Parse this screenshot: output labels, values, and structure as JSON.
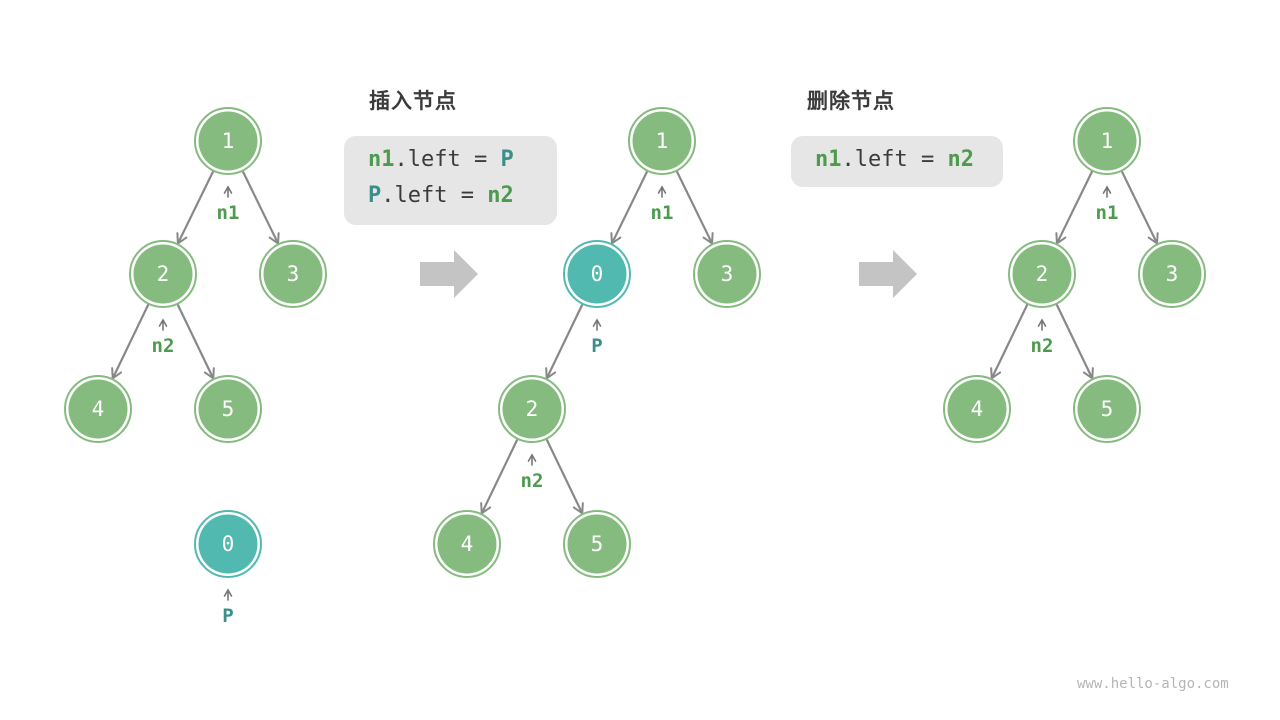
{
  "steps": {
    "insert_title": "插入节点",
    "delete_title": "删除节点"
  },
  "code": {
    "insert": [
      [
        {
          "t": "n1",
          "c": "green"
        },
        {
          "t": ".left = ",
          "c": "plain"
        },
        {
          "t": "P",
          "c": "teal"
        }
      ],
      [
        {
          "t": "P",
          "c": "teal"
        },
        {
          "t": ".left = ",
          "c": "plain"
        },
        {
          "t": "n2",
          "c": "green"
        }
      ]
    ],
    "delete": [
      [
        {
          "t": "n1",
          "c": "green"
        },
        {
          "t": ".left = ",
          "c": "plain"
        },
        {
          "t": "n2",
          "c": "green"
        }
      ]
    ]
  },
  "colors": {
    "node_green": "#85bb7f",
    "node_green_ring": "#85bb7f",
    "node_teal": "#52b9b0",
    "node_teal_ring": "#52b9b0",
    "edge": "#888888",
    "pointer_green": "#4e9a4f",
    "pointer_teal": "#3b8f8a",
    "block_arrow": "#c4c4c4"
  },
  "trees": [
    {
      "id": "before",
      "nodes": [
        {
          "id": "1",
          "label": "1",
          "kind": "green"
        },
        {
          "id": "2",
          "label": "2",
          "kind": "green"
        },
        {
          "id": "3",
          "label": "3",
          "kind": "green"
        },
        {
          "id": "4",
          "label": "4",
          "kind": "green"
        },
        {
          "id": "5",
          "label": "5",
          "kind": "green"
        },
        {
          "id": "0",
          "label": "0",
          "kind": "teal"
        }
      ],
      "edges": [
        [
          "1",
          "2"
        ],
        [
          "1",
          "3"
        ],
        [
          "2",
          "4"
        ],
        [
          "2",
          "5"
        ]
      ],
      "pointers": [
        {
          "node": "1",
          "label": "n1",
          "kind": "green"
        },
        {
          "node": "2",
          "label": "n2",
          "kind": "green"
        },
        {
          "node": "0",
          "label": "P",
          "kind": "teal"
        }
      ]
    },
    {
      "id": "after-insert",
      "nodes": [
        {
          "id": "1",
          "label": "1",
          "kind": "green"
        },
        {
          "id": "0",
          "label": "0",
          "kind": "teal"
        },
        {
          "id": "3",
          "label": "3",
          "kind": "green"
        },
        {
          "id": "2",
          "label": "2",
          "kind": "green"
        },
        {
          "id": "4",
          "label": "4",
          "kind": "green"
        },
        {
          "id": "5",
          "label": "5",
          "kind": "green"
        }
      ],
      "edges": [
        [
          "1",
          "0"
        ],
        [
          "1",
          "3"
        ],
        [
          "0",
          "2"
        ],
        [
          "2",
          "4"
        ],
        [
          "2",
          "5"
        ]
      ],
      "pointers": [
        {
          "node": "1",
          "label": "n1",
          "kind": "green"
        },
        {
          "node": "0",
          "label": "P",
          "kind": "teal"
        },
        {
          "node": "2",
          "label": "n2",
          "kind": "green"
        }
      ]
    },
    {
      "id": "after-delete",
      "nodes": [
        {
          "id": "1",
          "label": "1",
          "kind": "green"
        },
        {
          "id": "2",
          "label": "2",
          "kind": "green"
        },
        {
          "id": "3",
          "label": "3",
          "kind": "green"
        },
        {
          "id": "4",
          "label": "4",
          "kind": "green"
        },
        {
          "id": "5",
          "label": "5",
          "kind": "green"
        }
      ],
      "edges": [
        [
          "1",
          "2"
        ],
        [
          "1",
          "3"
        ],
        [
          "2",
          "4"
        ],
        [
          "2",
          "5"
        ]
      ],
      "pointers": [
        {
          "node": "1",
          "label": "n1",
          "kind": "green"
        },
        {
          "node": "2",
          "label": "n2",
          "kind": "green"
        }
      ]
    }
  ],
  "watermark": "www.hello-algo.com"
}
